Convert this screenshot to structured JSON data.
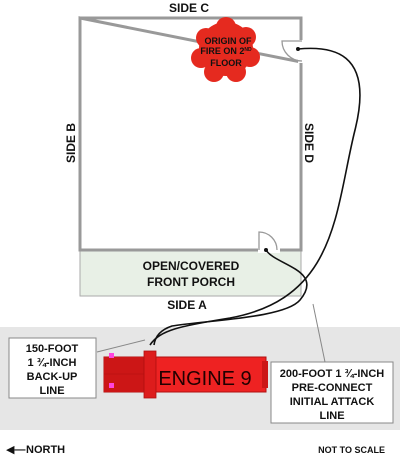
{
  "labels": {
    "side_a": "SIDE A",
    "side_b": "SIDE B",
    "side_c": "SIDE C",
    "side_d": "SIDE D",
    "porch_line1": "OPEN/COVERED",
    "porch_line2": "FRONT PORCH",
    "fire_line1": "ORIGIN OF",
    "fire_line2_pre": "FIRE ON 2",
    "fire_line2_sup": "ND",
    "fire_line3": "FLOOR",
    "engine": "ENGINE 9",
    "backup_line1": "150-FOOT",
    "backup_line2": "1 ¾-INCH",
    "backup_line3": "BACK-UP",
    "backup_line4": "LINE",
    "attack_line1": "200-FOOT 1 ¾-INCH",
    "attack_line2": "PRE-CONNECT",
    "attack_line3": "INITIAL ATTACK",
    "attack_line4": "LINE",
    "north": "NORTH",
    "north_arrow": "◀—",
    "not_to_scale": "NOT TO SCALE"
  },
  "colors": {
    "building_wall": "#999999",
    "porch_fill": "#e8f0e6",
    "street_fill": "#e6e6e6",
    "engine_red": "#ee2222",
    "engine_dark": "#b01010",
    "fire_red": "#e52a1f",
    "hose": "#111111",
    "indicator_pink": "#ff44dd"
  }
}
